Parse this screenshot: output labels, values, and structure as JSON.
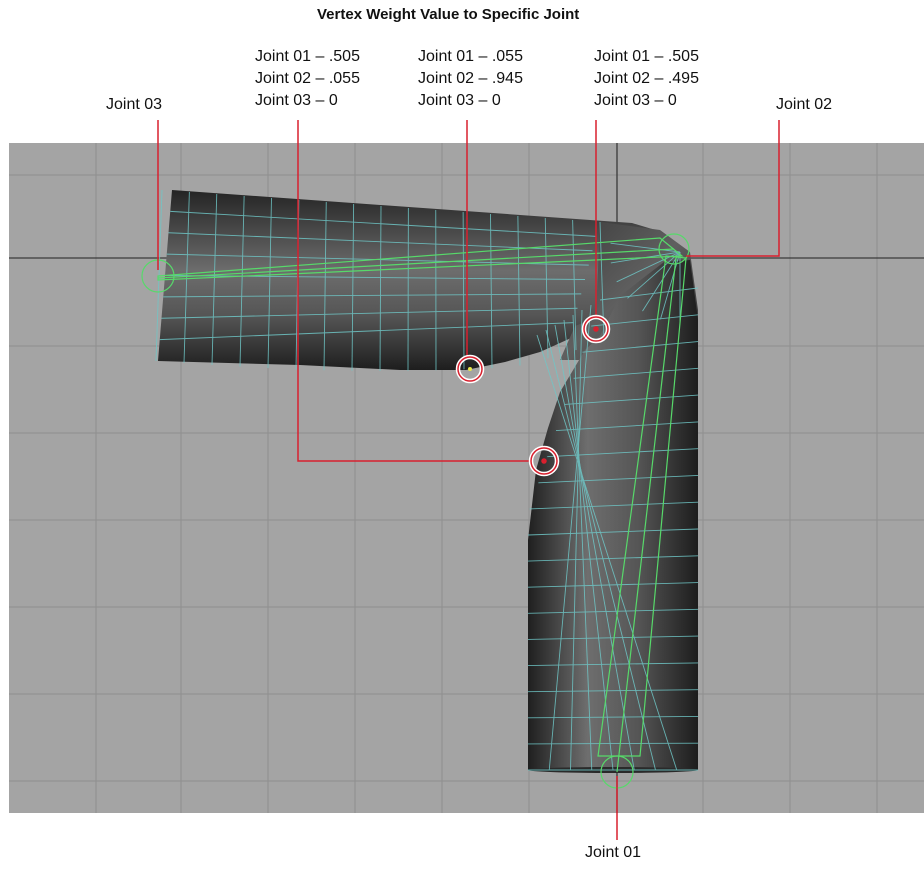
{
  "figure": {
    "title": "Vertex Weight Value to Specific Joint",
    "callouts": {
      "joint03": {
        "label": "Joint 03"
      },
      "joint02": {
        "label": "Joint 02"
      },
      "joint01": {
        "label": "Joint 01"
      },
      "lower_inner": {
        "lines": [
          "Joint 01 – .505",
          "Joint 02 – .055",
          "Joint 03 – 0"
        ]
      },
      "upper_bottom": {
        "lines": [
          "Joint 01 – .055",
          "Joint 02 – .945",
          "Joint 03 – 0"
        ]
      },
      "elbow_inner": {
        "lines": [
          "Joint 01 – .505",
          "Joint 02 – .495",
          "Joint 03 – 0"
        ]
      }
    }
  },
  "colors": {
    "viewport_bg": "#a4a4a4",
    "grid": "#8e8e8e",
    "axis": "#3a3a3a",
    "wireframe": "#6fc7c7",
    "bone": "#57d96a",
    "leader": "#d8202e"
  }
}
